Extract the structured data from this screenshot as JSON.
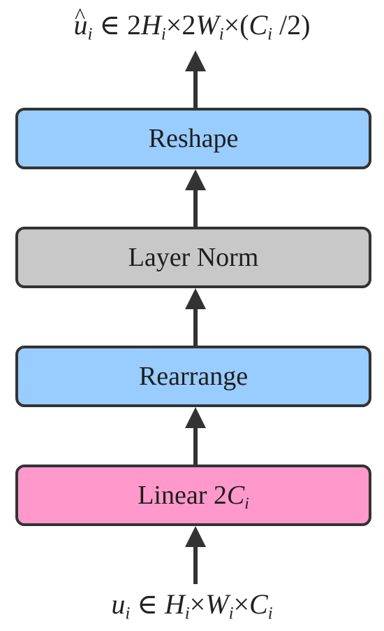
{
  "colors": {
    "blue_block": "#99ccff",
    "gray_block": "#c8c8c8",
    "pink_block": "#ff99cc",
    "border": "#333333",
    "arrow": "#333333"
  },
  "output_label": {
    "symbol": "u",
    "sub": "i",
    "in": "∈",
    "h_coef": "2",
    "h": "H",
    "h_sub": "i",
    "times1": "×",
    "w_coef": "2",
    "w": "W",
    "w_sub": "i",
    "times2": "×(",
    "c": "C",
    "c_sub": "i",
    "tail": " /2)"
  },
  "blocks": [
    {
      "label": "Reshape",
      "color_key": "blue_block"
    },
    {
      "label": "Layer Norm",
      "color_key": "gray_block"
    },
    {
      "label": "Rearrange",
      "color_key": "blue_block"
    },
    {
      "label": "Linear 2",
      "var": "C",
      "var_sub": "i",
      "color_key": "pink_block"
    }
  ],
  "input_label": {
    "symbol": "u",
    "sub": "i",
    "in": "∈",
    "h": "H",
    "h_sub": "i",
    "times1": "×",
    "w": "W",
    "w_sub": "i",
    "times2": "×",
    "c": "C",
    "c_sub": "i"
  },
  "arrow_icon": "arrow-up-icon"
}
